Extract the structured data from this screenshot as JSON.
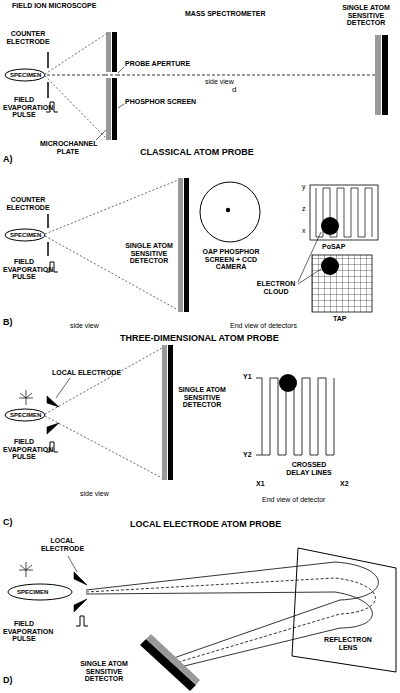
{
  "diagram": {
    "labels": [
      "FIELD ION MICROSCOPE",
      "MASS SPECTROMETER",
      "SINGLE ATOM SENSITIVE DETECTOR",
      "COUNTER ELECTRODE",
      "SPECIMEN",
      "FIELD EVAPORATION PULSE",
      "PROBE APERTURE",
      "side view",
      "d",
      "PHOSPHOR SCREEN",
      "MICROCHANNEL PLATE",
      "A)",
      "CLASSICAL ATOM PROBE",
      "COUNTER ELECTRODE",
      "SPECIMEN",
      "FIELD EVAPORATION PULSE",
      "SINGLE ATOM SENSITIVE DETECTOR",
      "side view",
      "OAP PHOSPHOR SCREEN + CCD CAMERA",
      "PoSAP",
      "y",
      "z",
      "x",
      "ELECTRON CLOUD",
      "TAP",
      "End view of detectors",
      "B)",
      "THREE-DIMENSIONAL ATOM PROBE",
      "LOCAL ELECTRODE",
      "SPECIMEN",
      "FIELD EVAPORATION PULSE",
      "SINGLE ATOM SENSITIVE DETECTOR",
      "Y1",
      "Y2",
      "X1",
      "X2",
      "CROSSED DELAY LINES",
      "side view",
      "End view of detector",
      "C)",
      "LOCAL ELECTRODE ATOM PROBE",
      "LOCAL ELECTRODE",
      "SPECIMEN",
      "FIELD EVAPORATION PULSE",
      "SINGLE ATOM SENSITIVE DETECTOR",
      "REFLECTRON LENS",
      "D)"
    ]
  }
}
